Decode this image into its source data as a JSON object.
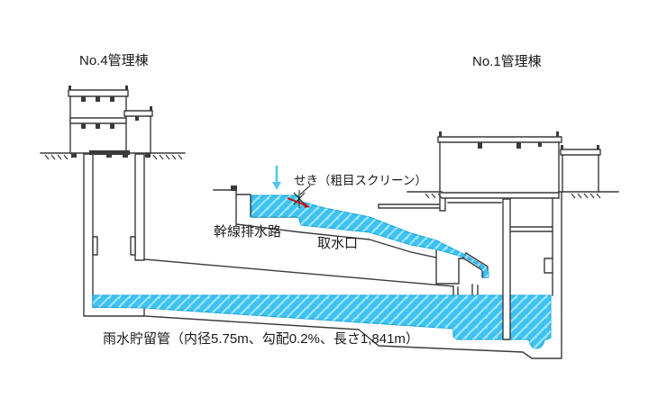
{
  "labels": {
    "building_left": "No.4管理棟",
    "building_right": "No.1管理棟",
    "weir": "せき（粗目スクリーン）",
    "trunk_drain": "幹線排水路",
    "intake": "取水口",
    "storage_pipe": "雨水貯留管（内径5.75m、勾配0.2%、長さ1,841m）"
  },
  "colors": {
    "line": "#3a3a3a",
    "water": "#3dc2f1",
    "water_hatch": "#a6e6fb",
    "water_edge": "#12a3da",
    "arrow_blue": "#53c6ee",
    "arrow_red": "#cc0a0a"
  }
}
